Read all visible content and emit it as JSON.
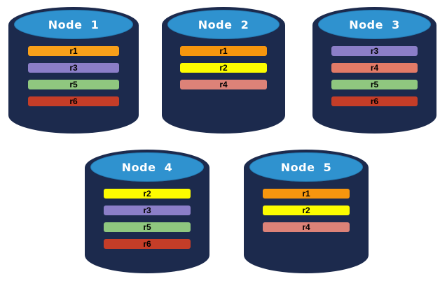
{
  "diagram": {
    "background": "#ffffff",
    "cylinder_body_color": "#1C2A4D",
    "cylinder_face_color": "#2F92CF",
    "title_text_color": "#ffffff",
    "bar_text_color": "#000000",
    "nodes": [
      {
        "label": "Node  1",
        "bars": [
          {
            "label": "r1",
            "color": "#F8A01A"
          },
          {
            "label": "r3",
            "color": "#8B7EC8"
          },
          {
            "label": "r5",
            "color": "#8FC77F"
          },
          {
            "label": "r6",
            "color": "#C43D28"
          }
        ]
      },
      {
        "label": "Node  2",
        "bars": [
          {
            "label": "r1",
            "color": "#F6960E"
          },
          {
            "label": "r2",
            "color": "#FCFC00"
          },
          {
            "label": "r4",
            "color": "#DC8278"
          }
        ]
      },
      {
        "label": "Node  3",
        "bars": [
          {
            "label": "r3",
            "color": "#8B7EC8"
          },
          {
            "label": "r4",
            "color": "#E27A67"
          },
          {
            "label": "r5",
            "color": "#8FC77F"
          },
          {
            "label": "r6",
            "color": "#C43D28"
          }
        ]
      },
      {
        "label": "Node  4",
        "bars": [
          {
            "label": "r2",
            "color": "#FCFC00"
          },
          {
            "label": "r3",
            "color": "#8B7EC8"
          },
          {
            "label": "r5",
            "color": "#8FC77F"
          },
          {
            "label": "r6",
            "color": "#C43D28"
          }
        ]
      },
      {
        "label": "Node  5",
        "bars": [
          {
            "label": "r1",
            "color": "#F6960E"
          },
          {
            "label": "r2",
            "color": "#FCFC00"
          },
          {
            "label": "r4",
            "color": "#DC8278"
          }
        ]
      }
    ]
  }
}
